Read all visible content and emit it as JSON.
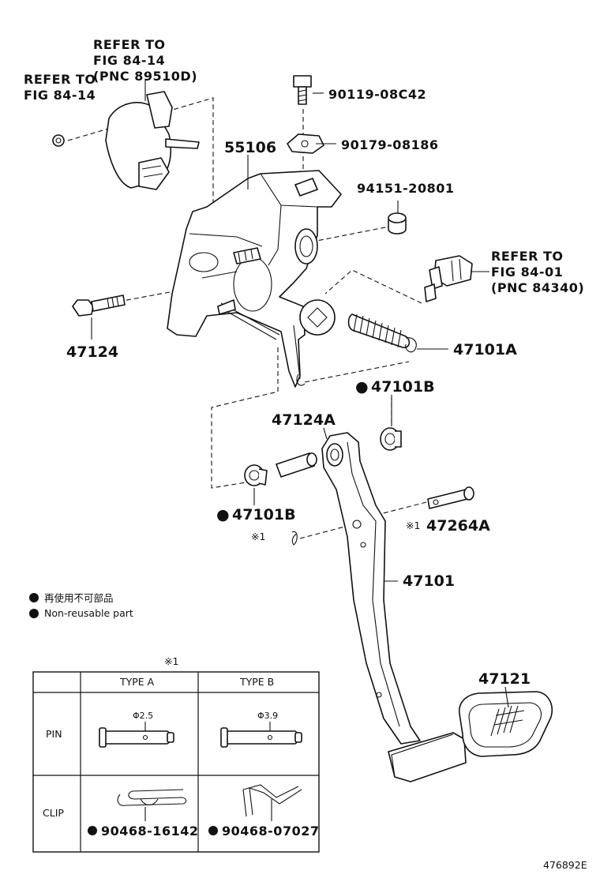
{
  "refs": {
    "top_left": [
      "REFER TO",
      "FIG 84-14"
    ],
    "top_center": [
      "REFER TO",
      "FIG 84-14",
      "(PNC 89510D)"
    ],
    "right": [
      "REFER TO",
      "FIG 84-01",
      "(PNC 84340)"
    ]
  },
  "parts": {
    "bolt_top": "90119-08C42",
    "nut_plate": "90179-08186",
    "bracket": "55106",
    "cushion": "94151-20801",
    "bolt_left": "47124",
    "spring": "47101A",
    "bushing_upper": "47101B",
    "collar": "47124A",
    "bushing_lower": "47101B",
    "pin": "47264A",
    "pedal_lever": "47101",
    "pedal_pad": "47121"
  },
  "marks": {
    "bullet": "●",
    "ref1": "※1"
  },
  "legend": {
    "line1": "再使用不可部品",
    "line2": "Non-reusable part"
  },
  "table": {
    "note": "※1",
    "col_a": "TYPE A",
    "col_b": "TYPE B",
    "row_pin": "PIN",
    "row_clip": "CLIP",
    "dim_a": "Φ2.5",
    "dim_b": "Φ3.9",
    "clip_a": "90468-16142",
    "clip_b": "90468-07027"
  },
  "footer_code": "476892E"
}
